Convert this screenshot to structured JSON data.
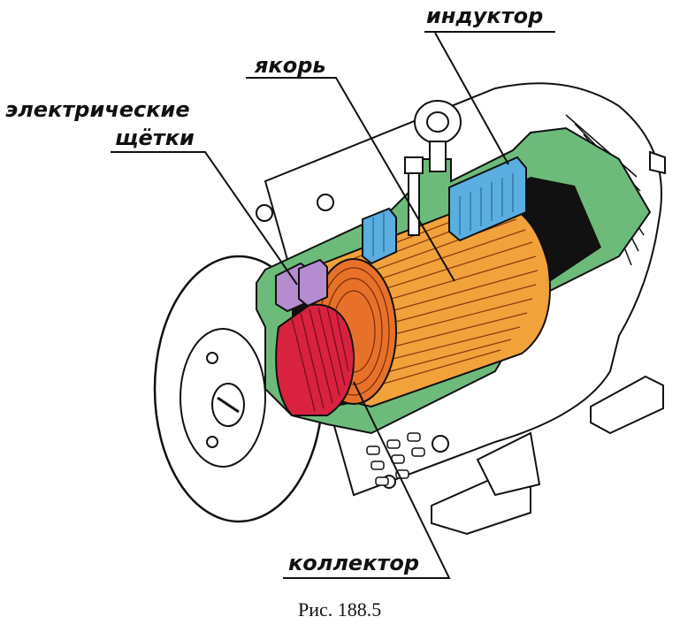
{
  "labels": {
    "inductor": "индуктор",
    "armature": "якорь",
    "brushes_line1": "электрические",
    "brushes_line2": "щётки",
    "commutator": "коллектор"
  },
  "caption": "Рис. 188.5",
  "colors": {
    "housing_frame": "#6dbb7a",
    "inductor_coils": "#5aaee0",
    "armature_winding": "#f2a23a",
    "armature_core": "#e8712a",
    "commutator": "#d8223f",
    "brushes": "#b58cd0",
    "background": "#ffffff",
    "outline": "#111111"
  }
}
